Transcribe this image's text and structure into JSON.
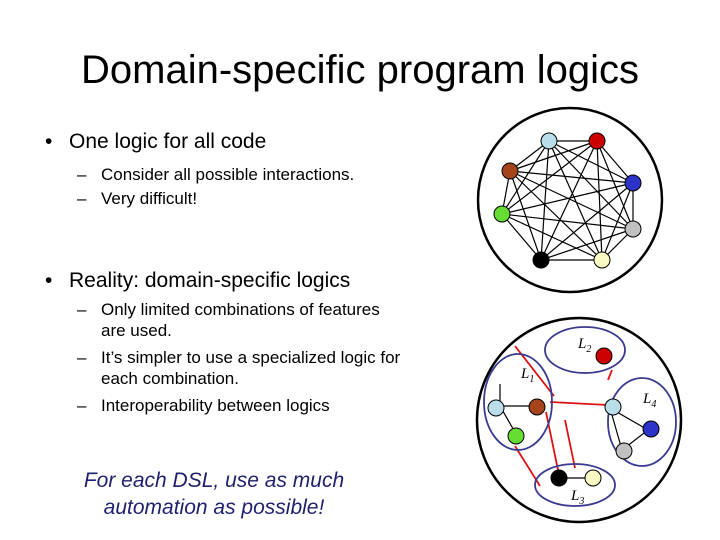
{
  "slide": {
    "title": "Domain-specific program logics",
    "bullets": [
      {
        "text": "One logic for all code",
        "subs": [
          "Consider all possible interactions.",
          "Very difficult!"
        ]
      },
      {
        "text": "Reality: domain-specific logics",
        "subs": [
          "Only limited combinations of features are used.",
          "It’s simpler to use a specialized logic for each combination.",
          "Interoperability between logics"
        ]
      }
    ],
    "bullet_marker": "•",
    "sub_marker": "–",
    "callout": "For each DSL, use as much automation as possible!"
  },
  "diagram": {
    "logic_labels": [
      {
        "script": "L",
        "sub": "1"
      },
      {
        "script": "L",
        "sub": "2"
      },
      {
        "script": "L",
        "sub": "3"
      },
      {
        "script": "L",
        "sub": "4"
      }
    ],
    "node_colors": {
      "light_blue": "#b9dde9",
      "red": "#cc0000",
      "blue": "#2d32c8",
      "gray": "#c0c0c0",
      "yellow": "#fafac3",
      "black": "#000000",
      "green": "#66dd33",
      "brown": "#a3441b"
    },
    "link_color": "#dd1111",
    "group_outline_color": "#3a3a90"
  }
}
